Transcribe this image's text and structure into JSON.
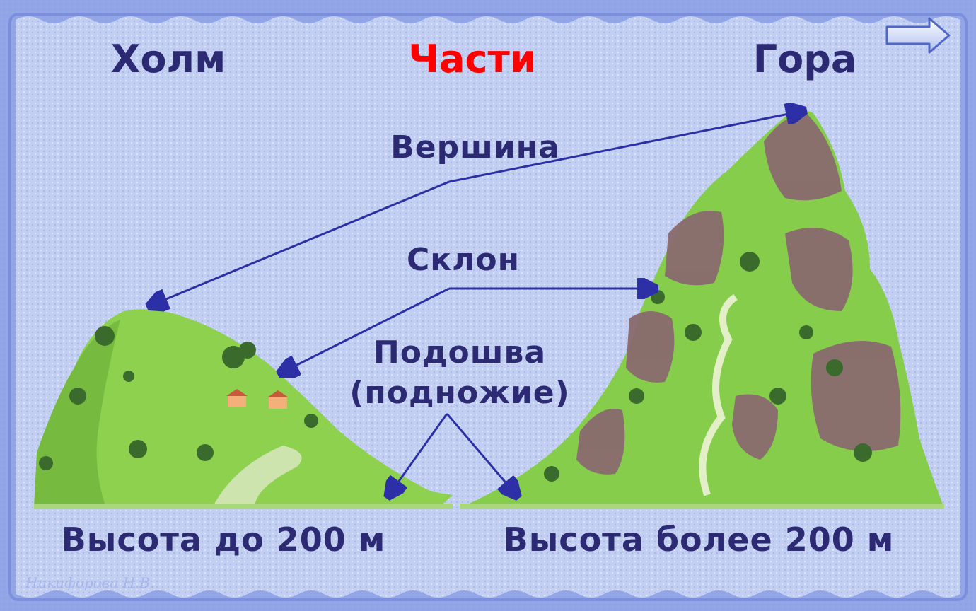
{
  "headings": {
    "hill": "Холм",
    "parts": "Части",
    "mountain": "Гора"
  },
  "parts": {
    "summit": "Вершина",
    "slope": "Склон",
    "foot_line1": "Подошва",
    "foot_line2": "(подножие)"
  },
  "heights": {
    "hill": "Высота до 200 м",
    "mountain": "Высота более 200 м"
  },
  "author": "Никифорова Н.В.",
  "colors": {
    "text": "#2b2a72",
    "accent": "#ff0000",
    "arrow": "#2d2fa6",
    "background": "#b9c6ef"
  },
  "icons": {
    "next": "right-arrow-icon"
  }
}
